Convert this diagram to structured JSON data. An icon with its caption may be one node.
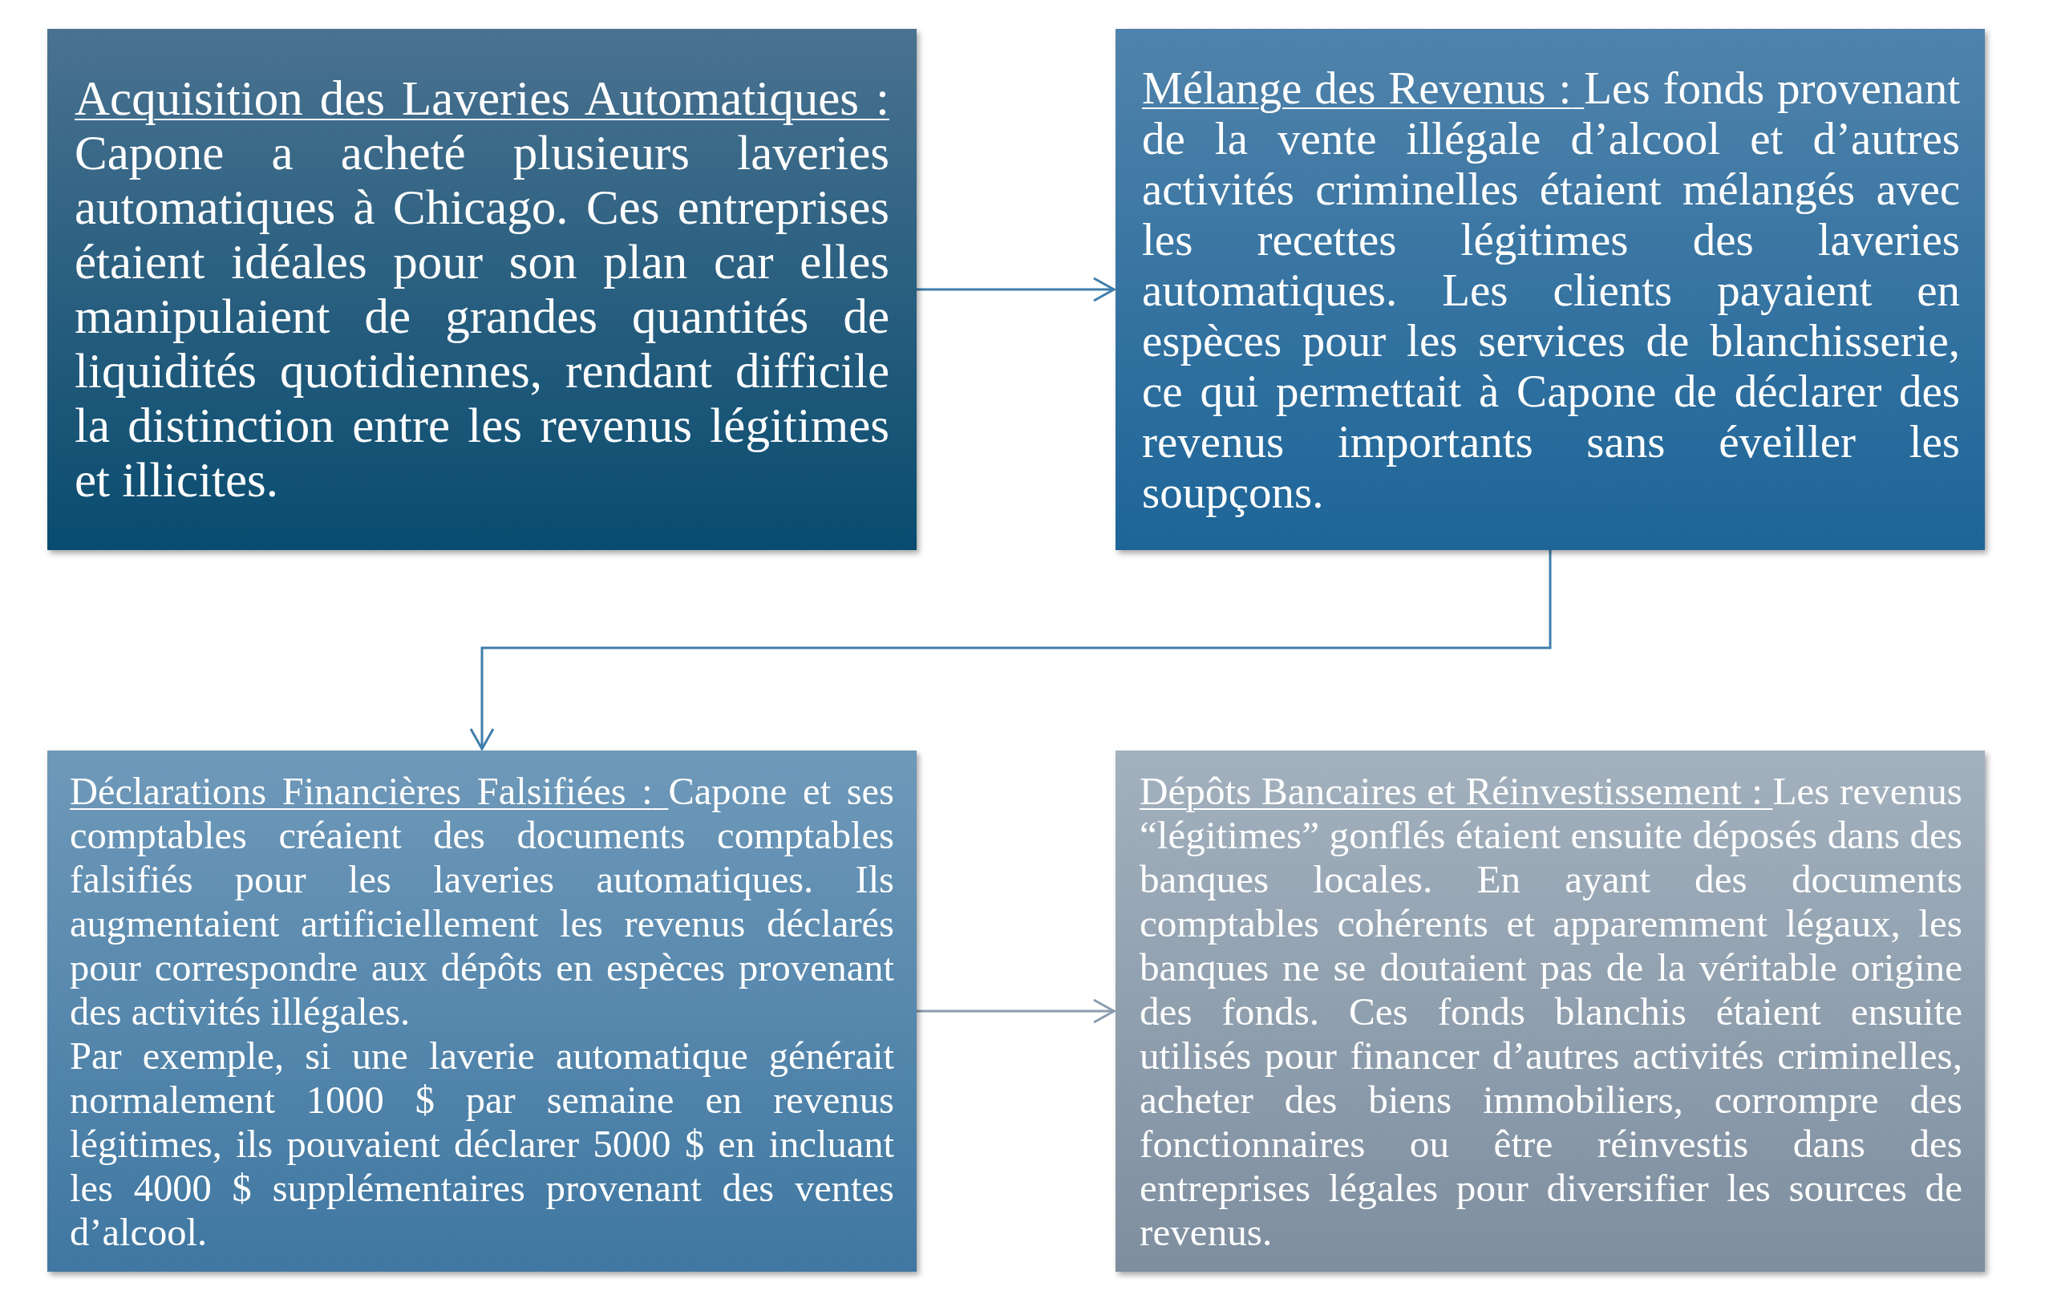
{
  "diagram": {
    "nodes": [
      {
        "text": [
          "Acquisition des Laveries Automatiques :",
          "Capone a acheté plusieurs laveries automatiques à Chicago. Ces entreprises étaient idéales pour son plan car elles manipulaient de grandes quantités de liquidités quotidiennes, rendant difficile la distinction entre les revenus légitimes et illicites."
        ]
      },
      {
        "text": [
          "Mélange des Revenus :",
          "Les fonds provenant de la vente illégale d’alcool et d’autres activités criminelles étaient mélangés avec les recettes légitimes des laveries automatiques. Les clients payaient en espèces pour les services de blanchisserie, ce qui permettait à Capone de déclarer des revenus importants sans éveiller les soupçons."
        ]
      },
      {
        "text": [
          "Déclarations Financières Falsifiées :",
          "Capone et ses comptables créaient des documents comptables falsifiés pour les laveries automatiques. Ils augmentaient artificiellement les revenus déclarés pour correspondre aux dépôts en espèces provenant des activités illégales.",
          "Par exemple, si une laverie automatique générait normalement 1000 $ par semaine en revenus légitimes, ils pouvaient déclarer 5000 $ en incluant les 4000 $ supplémentaires provenant des ventes d’alcool."
        ]
      },
      {
        "text": [
          "Dépôts Bancaires et Réinvestissement :",
          "Les revenus “légitimes” gonflés étaient ensuite déposés dans des banques locales. En ayant des documents comptables cohérents et apparemment légaux, les banques ne se doutaient pas de la véritable origine des fonds. Ces fonds blanchis étaient ensuite utilisés pour financer d’autres activités criminelles, acheter des biens immobiliers, corrompre des fonctionnaires ou être réinvestis dans des entreprises légales pour diversifier les sources de revenus."
        ]
      }
    ],
    "edges": [
      {
        "from": 0,
        "to": 1,
        "arrow": "to"
      },
      {
        "from": 1,
        "to": 2,
        "arrow": "to"
      },
      {
        "from": 2,
        "to": 3,
        "arrow": "to",
        "color": "#8a9cae"
      }
    ]
  }
}
